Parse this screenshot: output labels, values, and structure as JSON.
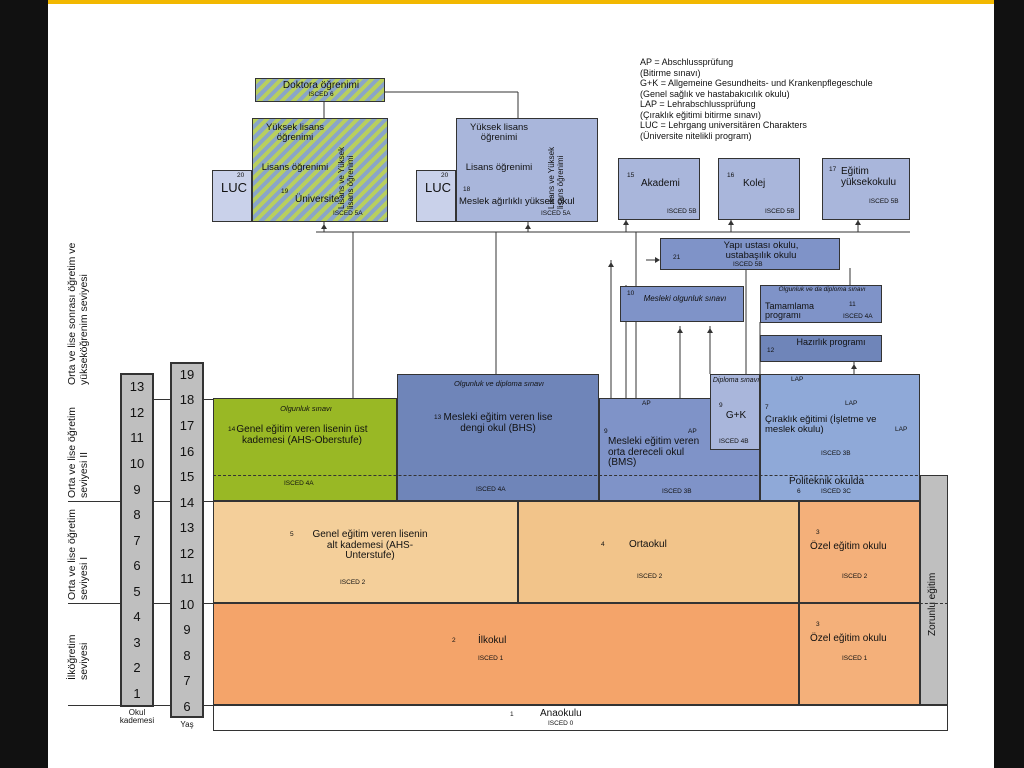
{
  "legend": [
    "AP = Abschlussprüfung",
    "(Bitirme sınavı)",
    "G+K = Allgemeine Gesundheits- und Krankenpflegeschule",
    "(Genel sağlık ve hastabakıcılık okulu)",
    "LAP = Lehrabschlussprüfung",
    "(Çıraklık eğitimi bitirme sınavı)",
    "LUC = Lehrgang universitären Charakters",
    "(Üniversite nitelikli program)"
  ],
  "school_grades": [
    "13",
    "12",
    "11",
    "10",
    "9",
    "8",
    "7",
    "6",
    "5",
    "4",
    "3",
    "2",
    "1"
  ],
  "school_grades_label": "Okul kademesi",
  "ages": [
    "19",
    "18",
    "17",
    "16",
    "15",
    "14",
    "13",
    "12",
    "11",
    "10",
    "9",
    "8",
    "7",
    "6"
  ],
  "ages_label": "Yaş",
  "side_labels": {
    "higher": "Orta ve lise sonrası öğretim ve yükseköğrenim seviyesi",
    "secondary2": "Orta ve lise öğretim seviyesi II",
    "secondary1": "Orta ve lise öğretim seviyesi I",
    "primary": "İlköğretim seviyesi",
    "compulsory": "Zorunlu eğitim"
  },
  "boxes": {
    "doctorate": {
      "title": "Doktora öğrenimi",
      "isced": "ISCED 6"
    },
    "uni_master": "Yüksek lisans öğrenimi",
    "uni_bachelor": "Lisans öğrenimi",
    "uni_both": "Lisans ve Yüksek lisans öğrenimi",
    "uni_name": "Üniversite",
    "uni_num": "19",
    "uni_isced": "ISCED 5A",
    "luc": "LUC",
    "luc_num": "20",
    "fh_master": "Yüksek lisans öğrenimi",
    "fh_bachelor": "Lisans öğrenimi",
    "fh_both": "Lisans ve Yüksek lisans öğrenimi",
    "fh_name": "Meslek ağırlıklı yüksek okul",
    "fh_num": "18",
    "fh_isced": "ISCED 5A",
    "akademi": {
      "num": "15",
      "title": "Akademi",
      "isced": "ISCED 5B"
    },
    "kolej": {
      "num": "16",
      "title": "Kolej",
      "isced": "ISCED 5B"
    },
    "egitim": {
      "num": "17",
      "title": "Eğitim yüksekokulu",
      "isced": "ISCED 5B"
    },
    "yapi": {
      "num": "21",
      "title": "Yapı ustası okulu, ustabaşılık okulu",
      "isced": "ISCED 5B"
    },
    "mesleki_olgunluk": {
      "num": "10",
      "title": "Mesleki olgunluk sınavı"
    },
    "tamamlama": {
      "num": "11",
      "subtitle": "Olgunluk ve da diploma sınavı",
      "title": "Tamamlama programı",
      "isced": "ISCED 4A"
    },
    "hazirlik": {
      "num": "12",
      "title": "Hazırlık programı"
    },
    "ahs_ober": {
      "header": "Olgunluk sınavı",
      "num": "14",
      "title": "Genel eğitim veren lisenin üst kademesi (AHS-Oberstufe)",
      "isced": "ISCED 4A"
    },
    "bhs": {
      "header": "Olgunluk ve diploma sınavı",
      "num": "13",
      "title": "Mesleki eğitim veren lise dengi okul (BHS)",
      "isced": "ISCED 4A"
    },
    "bms": {
      "ap1": "AP",
      "ap2": "AP",
      "num": "9",
      "title": "Mesleki eğitim veren orta dereceli okul (BMS)",
      "isced": "ISCED 3B"
    },
    "gk": {
      "header": "Diploma sınavı",
      "num": "9",
      "title": "G+K",
      "isced": "ISCED 4B"
    },
    "ciraklik": {
      "lap1": "LAP",
      "lap2": "LAP",
      "lap3": "LAP",
      "num": "7",
      "title": "Çıraklık eğitimi (İşletme ve meslek okulu)",
      "isced": "ISCED 3B"
    },
    "politeknik": {
      "num": "6",
      "title": "Politeknik okulda",
      "isced": "ISCED 3C"
    },
    "ahs_unter": {
      "num": "5",
      "title": "Genel eğitim veren lisenin alt kademesi (AHS-Unterstufe)",
      "isced": "ISCED 2"
    },
    "ortaokul": {
      "num": "4",
      "title": "Ortaokul",
      "isced": "ISCED 2"
    },
    "ozel2": {
      "num": "3",
      "title": "Özel eğitim okulu",
      "isced": "ISCED 2"
    },
    "ilkokul": {
      "num": "2",
      "title": "İlkokul",
      "isced": "ISCED 1"
    },
    "ozel1": {
      "num": "3",
      "title": "Özel eğitim okulu",
      "isced": "ISCED 1"
    },
    "anaokulu": {
      "num": "1",
      "title": "Anaokulu",
      "isced": "ISCED 0"
    }
  }
}
